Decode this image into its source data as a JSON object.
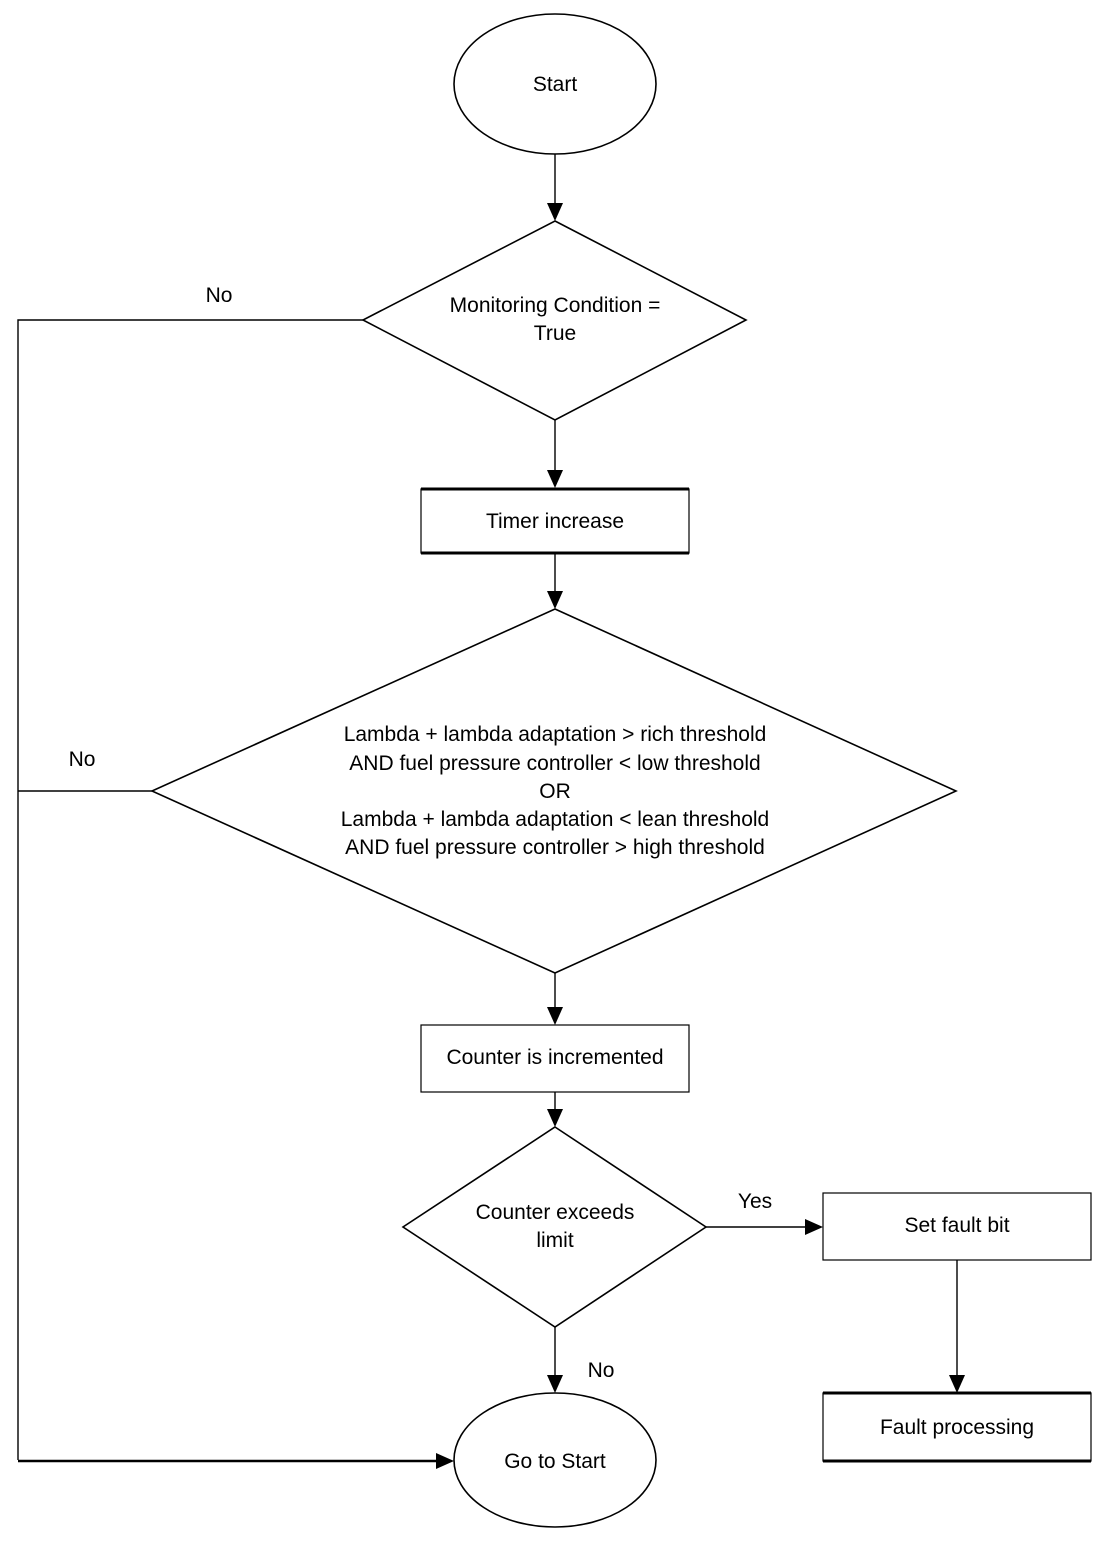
{
  "nodes": {
    "start": "Start",
    "monitoring": [
      "Monitoring Condition =",
      "True"
    ],
    "timer": "Timer increase",
    "lambda": [
      "Lambda + lambda adaptation > rich threshold",
      "AND fuel pressure controller < low threshold",
      "OR",
      "Lambda + lambda adaptation < lean threshold",
      "AND fuel pressure controller > high threshold"
    ],
    "counter_inc": "Counter is incremented",
    "counter_limit": [
      "Counter exceeds",
      "limit"
    ],
    "set_fault": "Set fault bit",
    "fault_processing": "Fault processing",
    "go_start": "Go to Start"
  },
  "edges": {
    "monitoring_no": "No",
    "lambda_no": "No",
    "limit_yes": "Yes",
    "limit_no": "No"
  }
}
